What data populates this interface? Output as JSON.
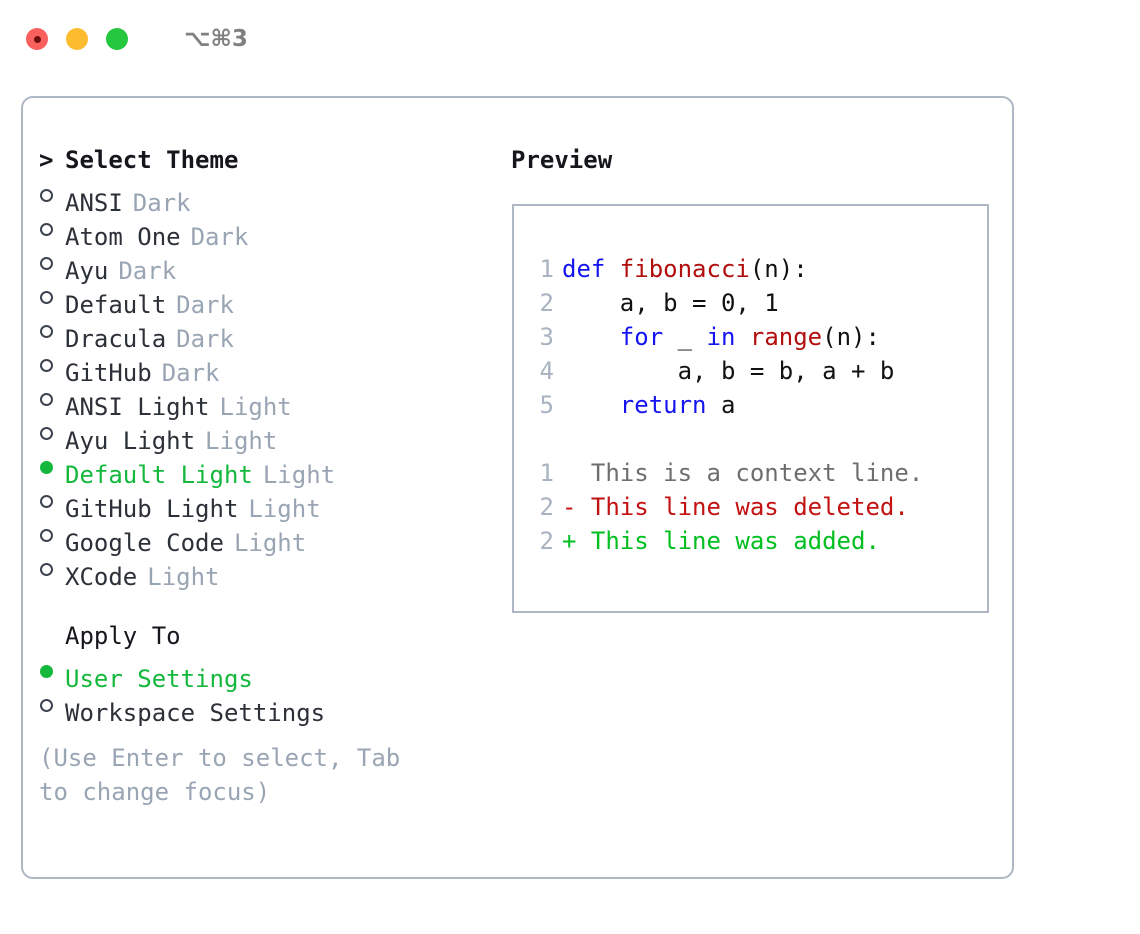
{
  "window": {
    "shortcut": "⌥⌘3",
    "traffic_lights": [
      {
        "name": "close",
        "color": "#f9605e"
      },
      {
        "name": "minimize",
        "color": "#fdbc2f"
      },
      {
        "name": "zoom",
        "color": "#25c73f"
      }
    ]
  },
  "theme_panel": {
    "header_caret": ">",
    "header_label": "Select Theme",
    "marker_unselected": "○",
    "marker_selected": "●",
    "items": [
      {
        "label": "ANSI",
        "suffix": "Dark",
        "selected": false
      },
      {
        "label": "Atom One",
        "suffix": "Dark",
        "selected": false
      },
      {
        "label": "Ayu",
        "suffix": "Dark",
        "selected": false
      },
      {
        "label": "Default",
        "suffix": "Dark",
        "selected": false
      },
      {
        "label": "Dracula",
        "suffix": "Dark",
        "selected": false
      },
      {
        "label": "GitHub",
        "suffix": "Dark",
        "selected": false
      },
      {
        "label": "ANSI Light",
        "suffix": "Light",
        "selected": false
      },
      {
        "label": "Ayu Light",
        "suffix": "Light",
        "selected": false
      },
      {
        "label": "Default Light",
        "suffix": "Light",
        "selected": true
      },
      {
        "label": "GitHub Light",
        "suffix": "Light",
        "selected": false
      },
      {
        "label": "Google Code",
        "suffix": "Light",
        "selected": false
      },
      {
        "label": "XCode",
        "suffix": "Light",
        "selected": false
      }
    ]
  },
  "apply_to": {
    "header_label": "Apply To",
    "items": [
      {
        "label": "User Settings",
        "selected": true
      },
      {
        "label": "Workspace Settings",
        "selected": false
      }
    ]
  },
  "hint": "(Use Enter to select, Tab to change focus)",
  "preview": {
    "title": "Preview",
    "code_lines": [
      {
        "no": "1",
        "tokens": [
          {
            "t": "def ",
            "c": "kw"
          },
          {
            "t": "fibonacci",
            "c": "fn"
          },
          {
            "t": "(n):",
            "c": "pl"
          }
        ]
      },
      {
        "no": "2",
        "tokens": [
          {
            "t": "    a, b = 0, 1",
            "c": "pl"
          }
        ]
      },
      {
        "no": "3",
        "tokens": [
          {
            "t": "    ",
            "c": "pl"
          },
          {
            "t": "for",
            "c": "kw"
          },
          {
            "t": " _ ",
            "c": "pl"
          },
          {
            "t": "in",
            "c": "kw"
          },
          {
            "t": " ",
            "c": "pl"
          },
          {
            "t": "range",
            "c": "fn"
          },
          {
            "t": "(n):",
            "c": "pl"
          }
        ]
      },
      {
        "no": "4",
        "tokens": [
          {
            "t": "        a, b = b, a + b",
            "c": "pl"
          }
        ]
      },
      {
        "no": "5",
        "tokens": [
          {
            "t": "    ",
            "c": "pl"
          },
          {
            "t": "return",
            "c": "kw"
          },
          {
            "t": " a",
            "c": "pl"
          }
        ]
      }
    ],
    "diff_lines": [
      {
        "no": "1",
        "prefix": "  ",
        "text": "This is a context line.",
        "kind": "ctx"
      },
      {
        "no": "2",
        "prefix": "- ",
        "text": "This line was deleted.",
        "kind": "del"
      },
      {
        "no": "2",
        "prefix": "+ ",
        "text": "This line was added.",
        "kind": "add"
      }
    ]
  },
  "colors": {
    "selected_green": "#14b83c",
    "suffix_gray": "#9aa5b4",
    "border": "#aeb7c4",
    "keyword_blue": "#1414f0",
    "function_red": "#b20d0d",
    "diff_delete": "#c21212",
    "diff_add": "#00bf1f",
    "diff_context": "#6e6e6e"
  }
}
